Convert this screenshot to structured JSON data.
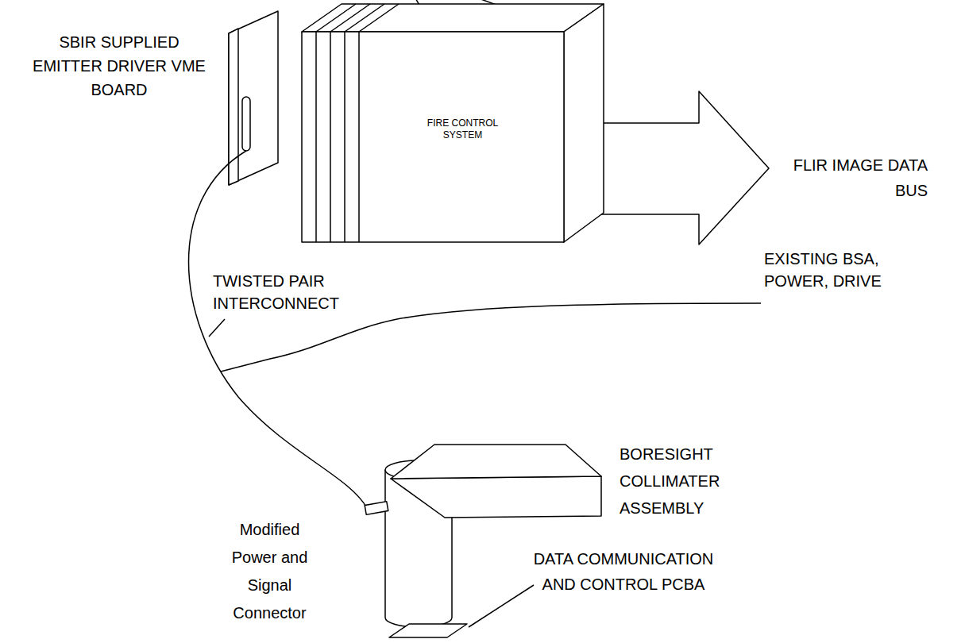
{
  "diagram": {
    "nodes": [
      {
        "text": [
          "FIRE CONTROL SYSTEM"
        ]
      }
    ],
    "labels": [
      "SBIR SUPPLIED EMITTER DRIVER VME BOARD",
      "FLIR IMAGE DATA BUS",
      "TWISTED PAIR INTERCONNECT",
      "EXISTING BSA, POWER, DRIVE",
      "BORESIGHT COLLIMATER ASSEMBLY",
      "Modified Power and Signal Connector",
      "DATA COMMUNICATION AND CONTROL PCBA"
    ]
  }
}
